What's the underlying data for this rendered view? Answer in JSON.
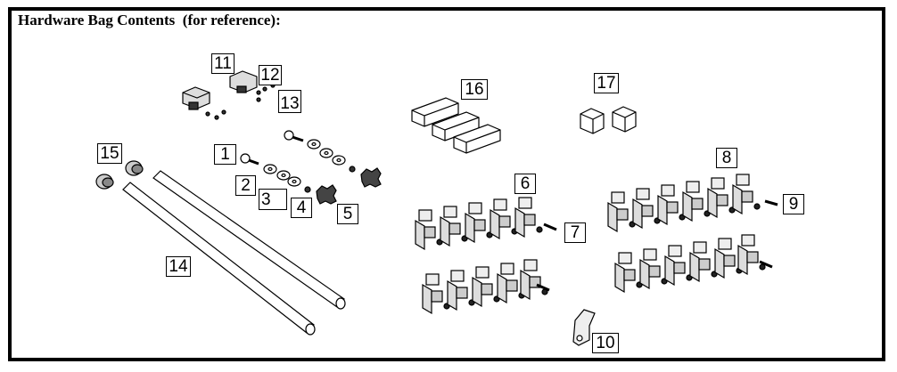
{
  "heading": "Hardware Bag Contents  (for reference):",
  "callouts": {
    "c1": "1",
    "c2": "2",
    "c3": "3",
    "c4": "4",
    "c5": "5",
    "c6": "6",
    "c7": "7",
    "c8": "8",
    "c9": "9",
    "c10": "10",
    "c11": "11",
    "c12": "12",
    "c13": "13",
    "c14": "14",
    "c15": "15",
    "c16": "16",
    "c17": "17"
  }
}
